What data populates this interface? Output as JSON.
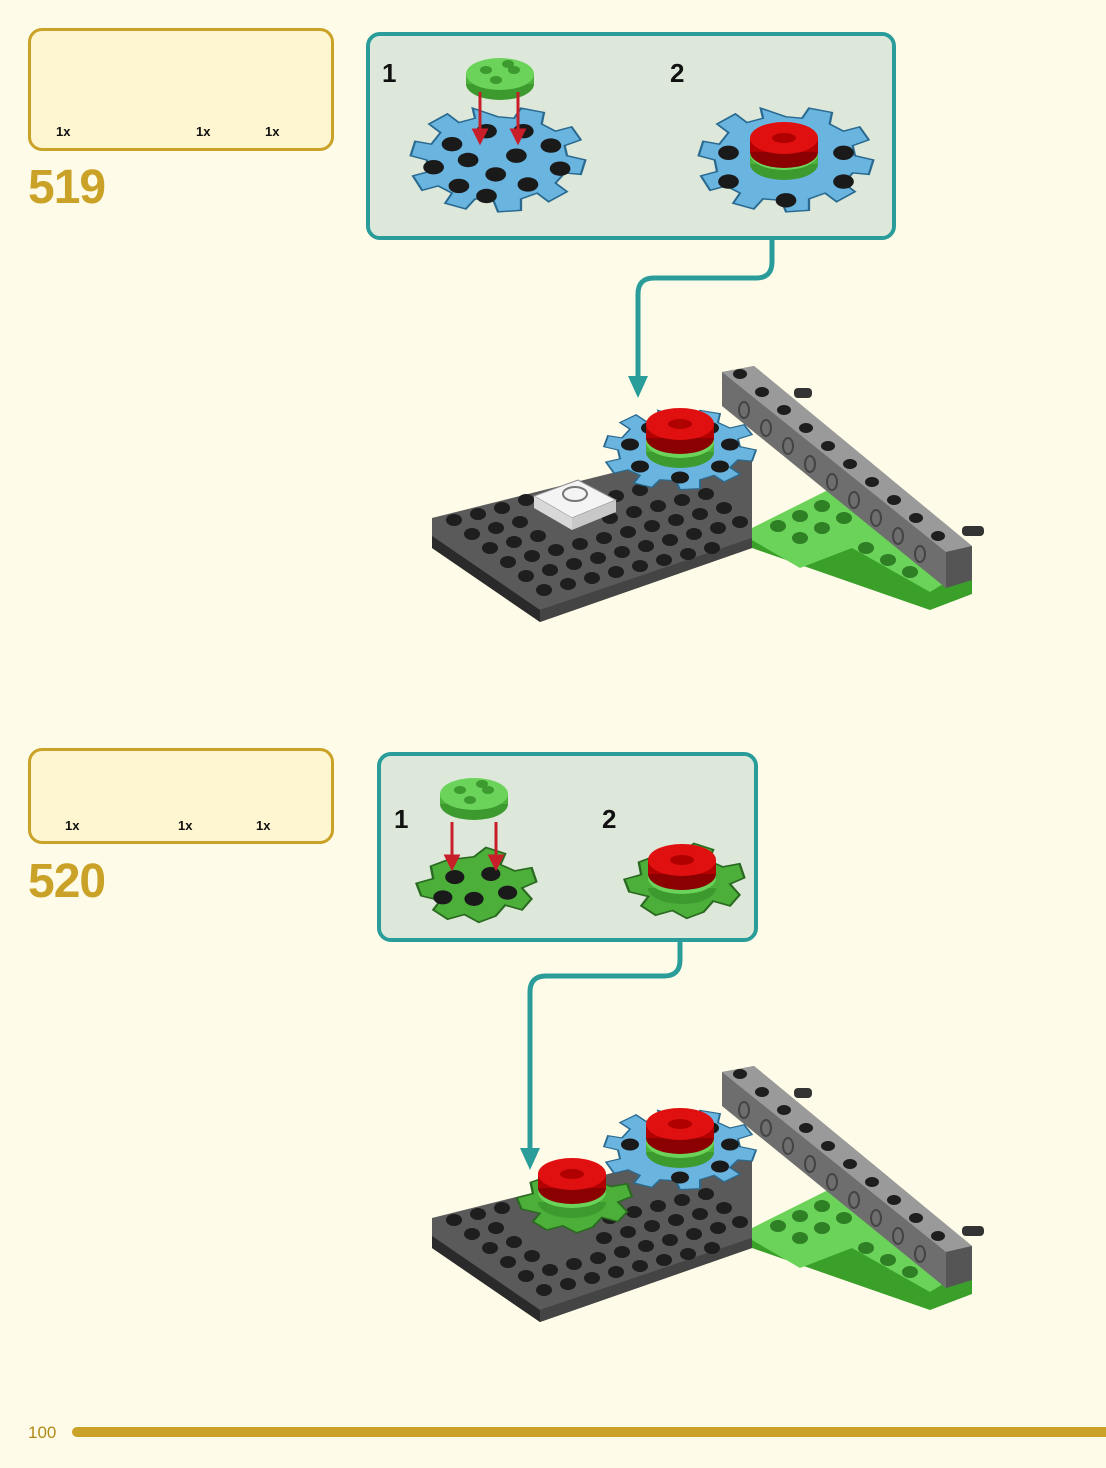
{
  "page": {
    "number": "100"
  },
  "colors": {
    "accent": "#c9a227",
    "teal": "#2a9d9a",
    "background": "#fefce8",
    "sub_bg": "#dde8da"
  },
  "steps": [
    {
      "number": "519",
      "parts": [
        {
          "icon": "blue-gear-icon",
          "qty": "1x"
        },
        {
          "icon": "green-round-plate-icon",
          "qty": "1x"
        },
        {
          "icon": "red-round-tile-icon",
          "qty": "1x"
        }
      ],
      "substeps": [
        "1",
        "2"
      ]
    },
    {
      "number": "520",
      "parts": [
        {
          "icon": "green-gear-icon",
          "qty": "1x"
        },
        {
          "icon": "green-round-plate-icon",
          "qty": "1x"
        },
        {
          "icon": "red-round-tile-icon",
          "qty": "1x"
        }
      ],
      "substeps": [
        "1",
        "2"
      ]
    }
  ]
}
